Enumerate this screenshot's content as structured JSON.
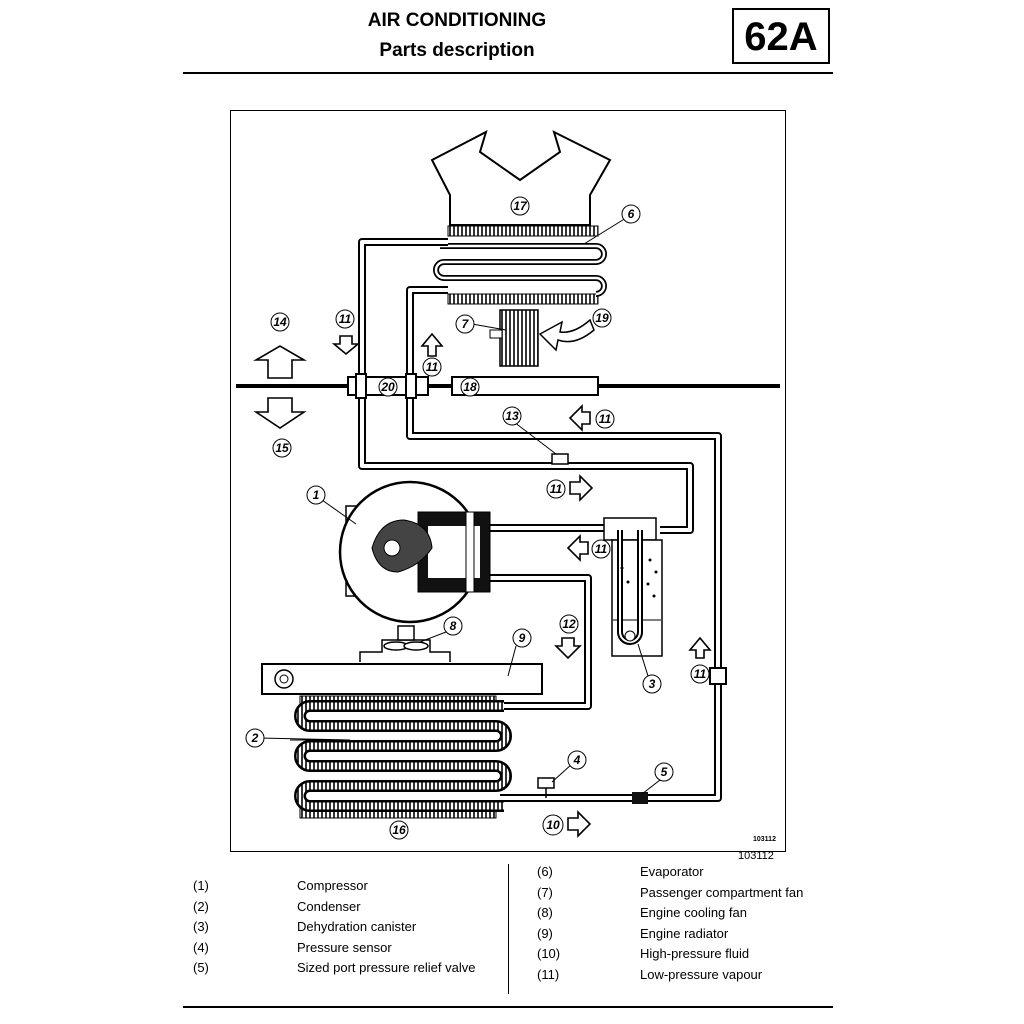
{
  "header": {
    "title": "AIR CONDITIONING",
    "subtitle": "Parts description",
    "section_code": "62A"
  },
  "figure": {
    "number_inner": "103112",
    "number_outer": "103112",
    "callouts": [
      "1",
      "2",
      "3",
      "4",
      "5",
      "6",
      "7",
      "8",
      "9",
      "10",
      "11",
      "12",
      "13",
      "14",
      "15",
      "16",
      "17",
      "18",
      "19",
      "20"
    ]
  },
  "legend": {
    "left": [
      {
        "num": "(1)",
        "label": "Compressor"
      },
      {
        "num": "(2)",
        "label": "Condenser"
      },
      {
        "num": "(3)",
        "label": "Dehydration canister"
      },
      {
        "num": "(4)",
        "label": "Pressure sensor"
      },
      {
        "num": "(5)",
        "label": "Sized port pressure relief valve"
      }
    ],
    "right": [
      {
        "num": "(6)",
        "label": "Evaporator"
      },
      {
        "num": "(7)",
        "label": "Passenger compartment fan"
      },
      {
        "num": "(8)",
        "label": "Engine cooling fan"
      },
      {
        "num": "(9)",
        "label": "Engine radiator"
      },
      {
        "num": "(10)",
        "label": "High-pressure fluid"
      },
      {
        "num": "(11)",
        "label": "Low-pressure vapour"
      }
    ]
  }
}
